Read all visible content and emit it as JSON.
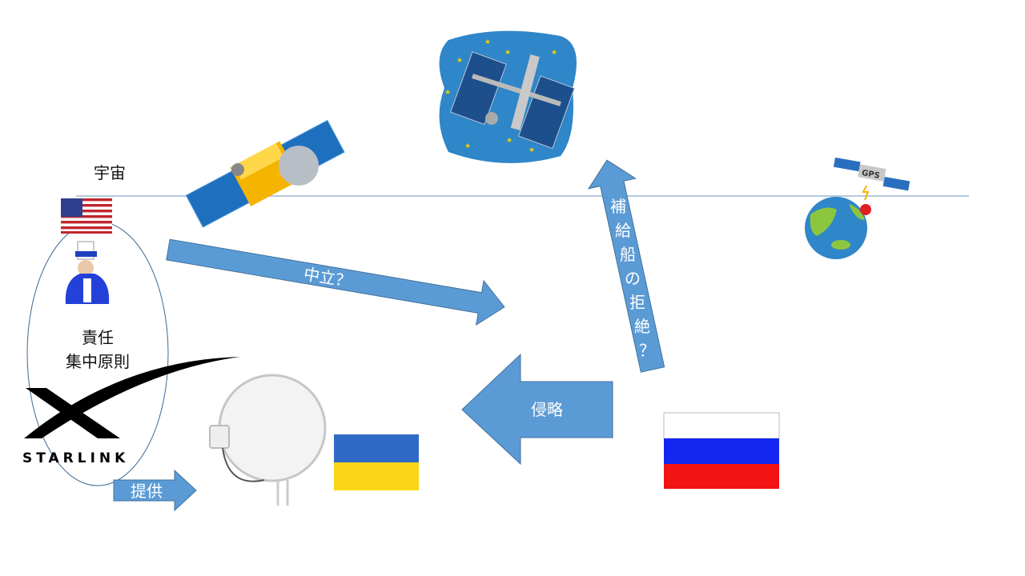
{
  "labels": {
    "space": "宇宙",
    "responsibility_line1": "責任",
    "responsibility_line2": "集中原則",
    "neutral": "中立？",
    "supply_ship_refusal": [
      "補",
      "給",
      "船",
      "の",
      "拒",
      "絶",
      "？"
    ],
    "invasion": "侵略",
    "provide": "提供"
  },
  "logos": {
    "starlink": "STARLINK",
    "gps": "GPS"
  },
  "colors": {
    "arrow": "#5b9bd5",
    "space_line": "#8fb0d0",
    "ellipse": "#3d6a96"
  }
}
